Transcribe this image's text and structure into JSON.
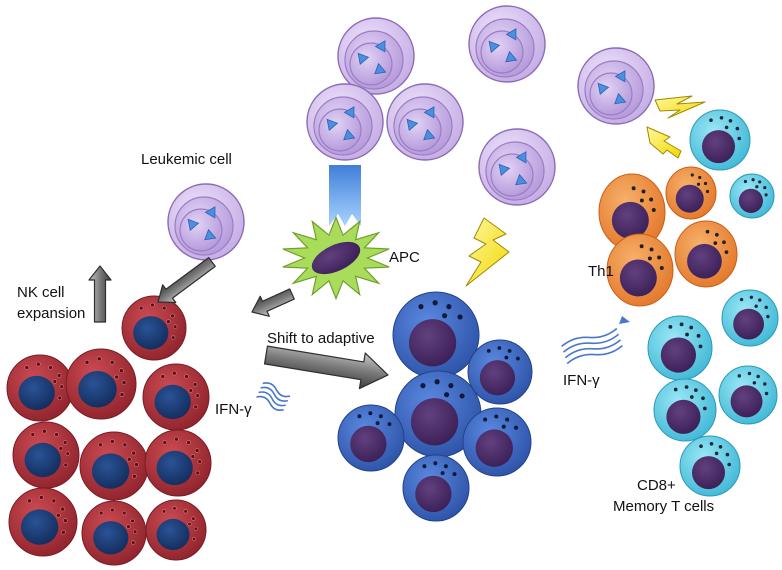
{
  "labels": {
    "leukemic_cell": "Leukemic cell",
    "apc": "APC",
    "nk_expansion_line1": "NK cell",
    "nk_expansion_line2": "expansion",
    "shift_to_adaptive": "Shift to adaptive",
    "ifn_gamma_left": "IFN-γ",
    "ifn_gamma_right": "IFN-γ",
    "th1": "Th1",
    "cd8_line1": "CD8+",
    "cd8_line2": "Memory T cells"
  },
  "colors": {
    "leukemic_outer": "#d9c6ef",
    "leukemic_inner": "#c2a8e3",
    "leukemic_edge": "#8b6bb5",
    "leukemic_triangle": "#4a8fe0",
    "nk_body": "#b2363f",
    "nk_nucleus": "#1e3f7a",
    "adaptive_body": "#3f6cc8",
    "adaptive_nucleus": "#4a2d6b",
    "th1_body": "#f0923f",
    "cd8_body": "#5fd0e8",
    "cell_nucleus": "#4a2d6b",
    "apc_body": "#a8dc5a",
    "apc_nucleus": "#4a2d6b",
    "lightning": "#f7e81a",
    "wave": "#4a78c8",
    "arrow_gray": "#6e6e6e",
    "beam": "#5aa0f0"
  }
}
